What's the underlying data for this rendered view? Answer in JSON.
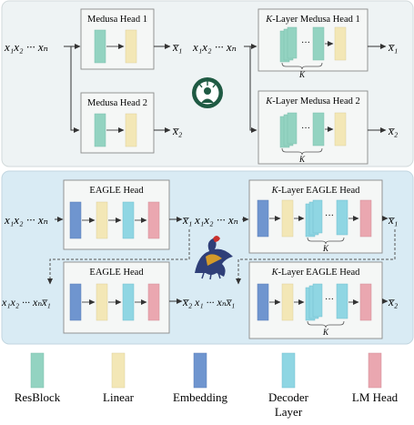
{
  "top_panel": {
    "medusa_head_1": {
      "title": "Medusa Head 1",
      "input": "x₁x₂ ··· xₙ",
      "output": "x̅₁"
    },
    "medusa_head_2": {
      "title": "Medusa Head 2",
      "output": "x̅₂"
    },
    "k_medusa_head_1": {
      "title_k": "K",
      "title_rest": "-Layer Medusa Head 1",
      "input": "x₁x₂ ··· xₙ",
      "output": "x̅₁",
      "brace_label": "K"
    },
    "k_medusa_head_2": {
      "title_k": "K",
      "title_rest": "-Layer Medusa Head 2",
      "output": "x̅₂",
      "brace_label": "K"
    }
  },
  "bottom_panel": {
    "eagle_head_1": {
      "title": "EAGLE Head",
      "input": "x₁x₂ ··· xₙ",
      "output": "x̅₁"
    },
    "eagle_head_2": {
      "title": "EAGLE Head",
      "input": "x₁x₂ ··· xₙx̅₁",
      "output": "x̅₂"
    },
    "k_eagle_head_1": {
      "title_k": "K",
      "title_rest": "-Layer EAGLE Head",
      "input": "x₁x₂ ··· xₙ",
      "output": "x̅₁",
      "brace_label": "K"
    },
    "k_eagle_head_2": {
      "title_k": "K",
      "title_rest": "-Layer EAGLE Head",
      "input": "x₁ ··· xₙx̅₁",
      "output": "x̅₂",
      "brace_label": "K"
    }
  },
  "legend": {
    "resblock": "ResBlock",
    "linear": "Linear",
    "embedding": "Embedding",
    "decoder_line1": "Decoder",
    "decoder_line2": "Layer",
    "lmhead": "LM Head"
  },
  "colors": {
    "top_bg": "#eef3f4",
    "bottom_bg": "#d9ebf4",
    "box_fill": "#f5f7f6",
    "box_stroke": "#8a8a8a",
    "resblock": "#93d3c1",
    "linear": "#f3e7b6",
    "embedding": "#6f95cf",
    "decoder": "#8fd6e3",
    "lmhead": "#eaa7b0"
  },
  "icons": {
    "medusa_logo": "medusa-logo-icon",
    "eagle_logo": "eagle-logo-icon"
  }
}
